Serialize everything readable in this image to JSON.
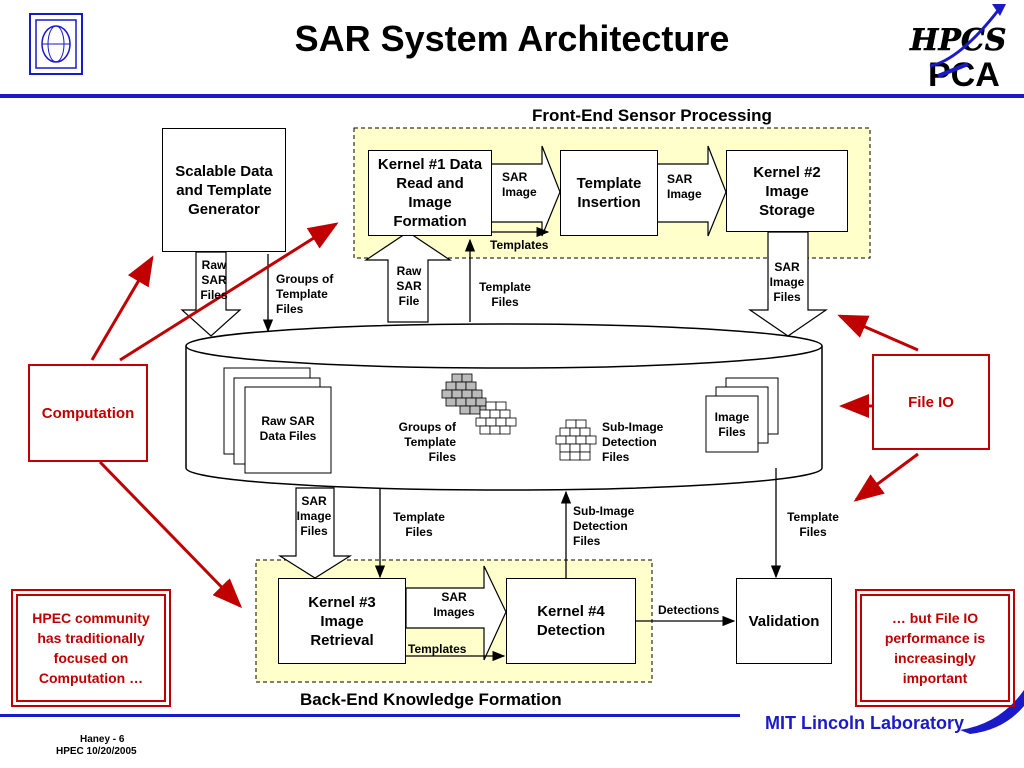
{
  "header": {
    "title": "SAR System Architecture"
  },
  "sections": {
    "front_end": "Front-End Sensor Processing",
    "back_end": "Back-End Knowledge Formation"
  },
  "boxes": {
    "generator": "Scalable Data and Template Generator",
    "kernel1": "Kernel #1 Data Read and Image Formation",
    "template_insertion": "Template Insertion",
    "kernel2": "Kernel #2 Image Storage",
    "kernel3": "Kernel #3 Image Retrieval",
    "kernel4": "Kernel #4 Detection",
    "validation": "Validation"
  },
  "flow_labels": {
    "raw_sar_files": "Raw SAR Files",
    "groups_of_template_files": "Groups of Template Files",
    "raw_sar_file": "Raw SAR File",
    "template_files_top": "Template Files",
    "sar_image_files_top": "SAR Image Files",
    "sar_image_1": "SAR Image",
    "sar_image_2": "SAR Image",
    "templates_top": "Templates",
    "sar_image_files_bottom": "SAR Image Files",
    "template_files_bottom": "Template Files",
    "sub_image_detection_files_bottom": "Sub-Image Detection Files",
    "template_files_right": "Template Files",
    "sar_images": "SAR Images",
    "templates_bottom": "Templates",
    "detections": "Detections"
  },
  "storage": {
    "raw_sar_data_files": "Raw SAR Data Files",
    "groups_of_template_files": "Groups of Template Files",
    "sub_image_detection_files": "Sub-Image Detection Files",
    "image_files": "Image Files"
  },
  "callouts": {
    "computation": "Computation",
    "file_io": "File IO",
    "hpec_community": "HPEC community has traditionally focused on Computation …",
    "but_file_io": "… but File IO performance is increasingly important"
  },
  "logo": {
    "hpcs": "HPCS",
    "pca": "PCA"
  },
  "footer": {
    "line1": "Haney - 6",
    "line2": "HPEC 10/20/2005",
    "lab": "MIT Lincoln Laboratory"
  },
  "colors": {
    "accent_blue": "#1a1ac8",
    "callout_red": "#c00000",
    "section_fill": "#ffffcc"
  }
}
